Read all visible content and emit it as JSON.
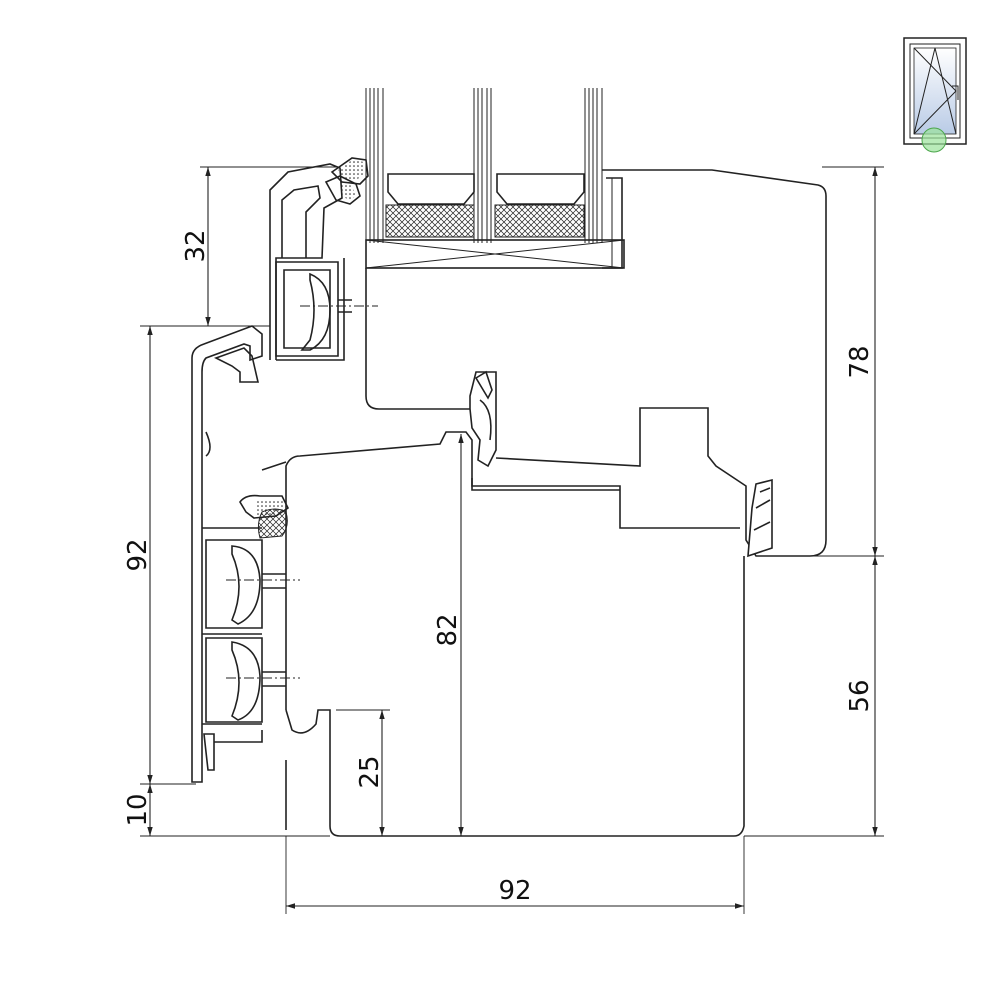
{
  "dimensions": {
    "sash_top_height": "32",
    "sash_right_height": "78",
    "frame_left_height": "92",
    "frame_bottom_offset": "10",
    "frame_inner_height": "82",
    "frame_lower_right_height": "56",
    "frame_bottom_notch": "25",
    "frame_depth": "92"
  },
  "thumbnail": {
    "window_type_icon": "tilt-turn-window-icon",
    "highlight_color": "#9be39b",
    "glass_color": "#c8d6ea"
  }
}
